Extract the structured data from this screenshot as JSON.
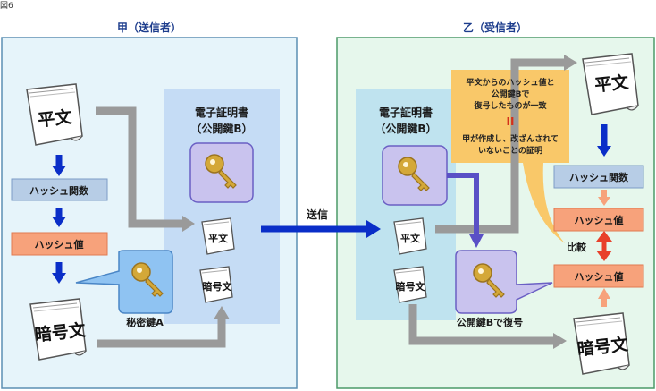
{
  "figure_label": "図6",
  "sender": {
    "title": "甲（送信者）",
    "doc_plain": "平文",
    "hash_func": "ハッシュ関数",
    "hash_value": "ハッシュ値",
    "doc_cipher": "暗号文",
    "secret_key": "秘密鍵A",
    "cert_title": "電子証明書\n（公開鍵B）",
    "small_plain": "平文",
    "small_cipher": "暗号文"
  },
  "send_label": "送信",
  "receiver": {
    "title": "乙（受信者）",
    "cert_title": "電子証明書\n（公開鍵B）",
    "small_plain": "平文",
    "small_cipher": "暗号文",
    "note_line1": "平文からのハッシュ値と",
    "note_line2": "公開鍵Bで",
    "note_line3": "復号したものが一致",
    "note_equal": "II",
    "note_line4": "甲が作成し、改ざんされて",
    "note_line5": "いないことの証明",
    "doc_plain": "平文",
    "hash_func": "ハッシュ関数",
    "hash_value_top": "ハッシュ値",
    "compare": "比較",
    "hash_value_bottom": "ハッシュ値",
    "decrypt_label": "公開鍵Bで復号",
    "doc_cipher": "暗号文"
  },
  "colors": {
    "sender_bg": "#e6f4fa",
    "receiver_bg": "#e6f7ec",
    "cert_bg": "#c5dcf5",
    "key_box_bg": "#c9c3ee",
    "key_gold": "#c9a032",
    "hash_func_bg": "#b7cde6",
    "hash_value_bg": "#f7a27b",
    "note_bg": "#f9c869",
    "blue_arrow": "#0a2ec8",
    "gray_arrow": "#9a9a9a",
    "compare_arrow": "#e8402a",
    "title_blue": "#1c3c8c"
  }
}
